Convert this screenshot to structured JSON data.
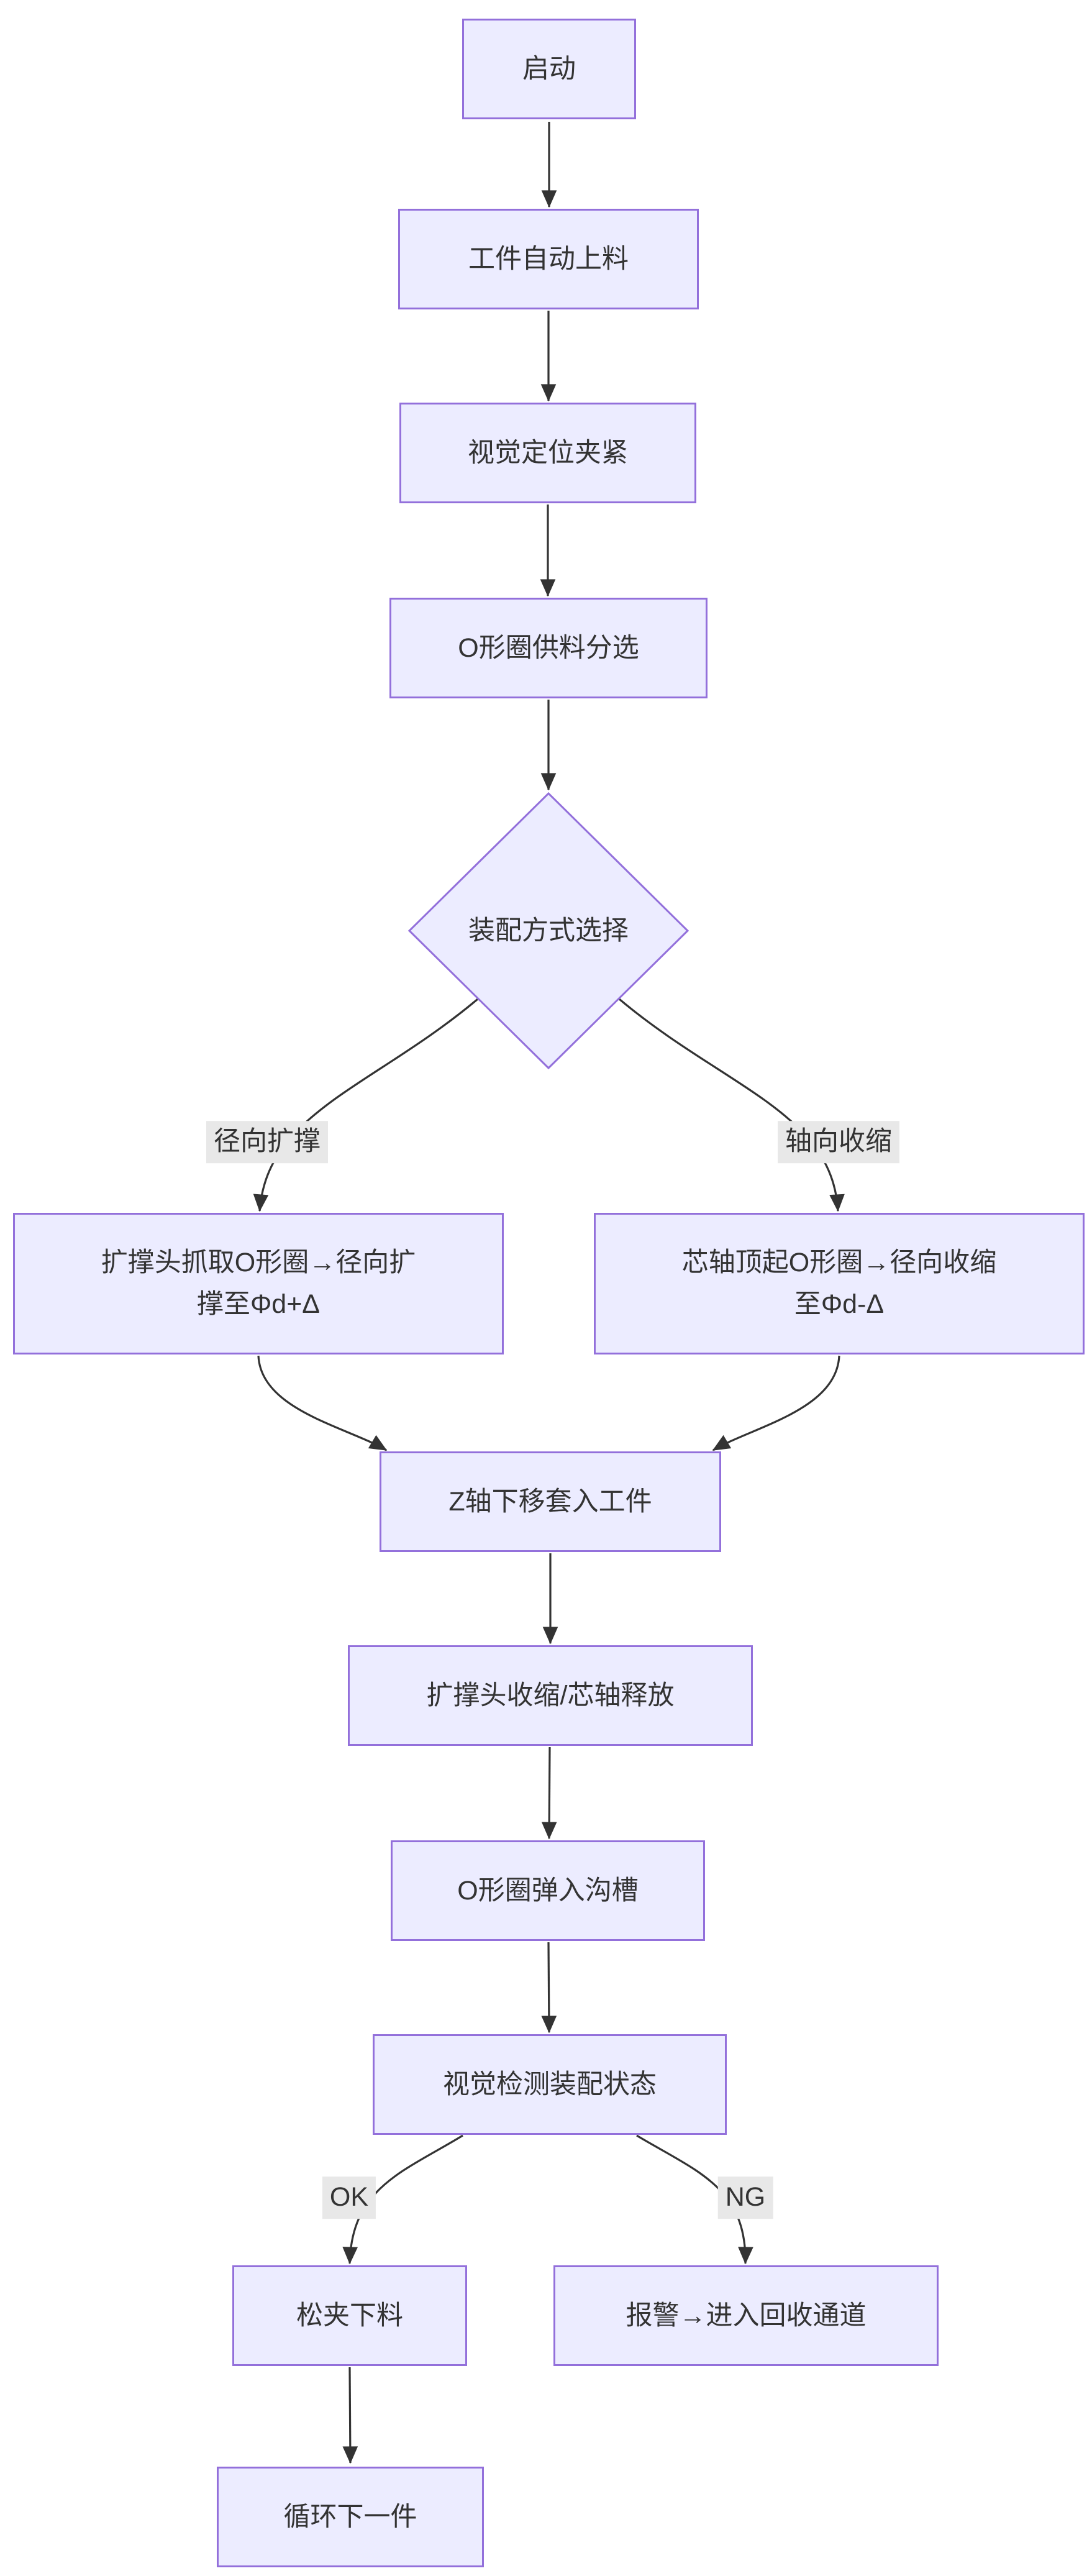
{
  "diagram": {
    "type": "flowchart",
    "direction": "top-down",
    "colors": {
      "bg": "#ffffff",
      "node_fill": "#ECECFF",
      "node_border": "#9370DB",
      "edge": "#333333",
      "text": "#333333",
      "label_bg": "#e8e8e8"
    },
    "nodes": {
      "start": {
        "shape": "rect",
        "label": "启动"
      },
      "load": {
        "shape": "rect",
        "label": "工件自动上料"
      },
      "clamp": {
        "shape": "rect",
        "label": "视觉定位夹紧"
      },
      "feed": {
        "shape": "rect",
        "label": "O形圈供料分选"
      },
      "decision": {
        "shape": "diamond",
        "label": "装配方式选择"
      },
      "expand": {
        "shape": "rect",
        "line1": "扩撑头抓取O形圈→径向扩",
        "line2": "撑至Φd+Δ"
      },
      "shrink": {
        "shape": "rect",
        "line1": "芯轴顶起O形圈→径向收缩",
        "line2": "至Φd-Δ"
      },
      "insert": {
        "shape": "rect",
        "label": "Z轴下移套入工件"
      },
      "release": {
        "shape": "rect",
        "label": "扩撑头收缩/芯轴释放"
      },
      "snap": {
        "shape": "rect",
        "label": "O形圈弹入沟槽"
      },
      "inspect": {
        "shape": "rect",
        "label": "视觉检测装配状态"
      },
      "unload": {
        "shape": "rect",
        "label": "松夹下料"
      },
      "alarm": {
        "shape": "rect",
        "label": "报警→进入回收通道"
      },
      "next": {
        "shape": "rect",
        "label": "循环下一件"
      }
    },
    "edge_labels": {
      "radial": "径向扩撑",
      "axial": "轴向收缩",
      "ok": "OK",
      "ng": "NG"
    },
    "edges": [
      "start→load",
      "load→clamp",
      "clamp→feed",
      "feed→decision",
      "decision→expand (径向扩撑)",
      "decision→shrink (轴向收缩)",
      "expand→insert",
      "shrink→insert",
      "insert→release",
      "release→snap",
      "snap→inspect",
      "inspect→unload (OK)",
      "inspect→alarm (NG)",
      "unload→next"
    ]
  }
}
